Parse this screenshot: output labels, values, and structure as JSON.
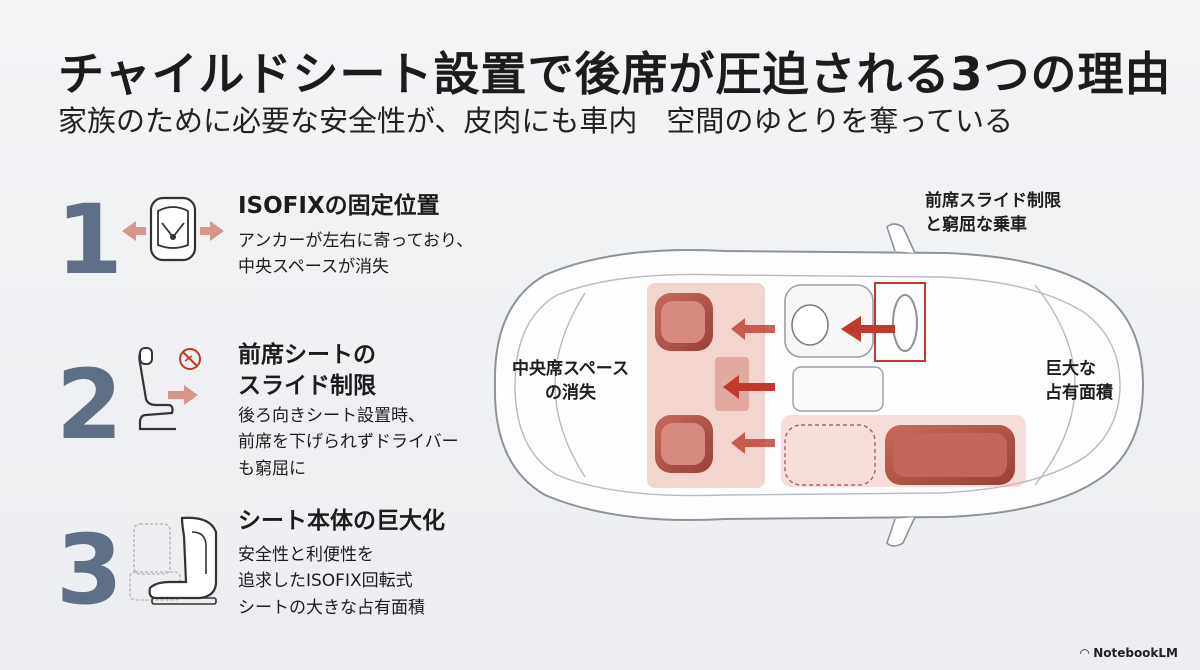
{
  "title": "チャイルドシート設置で後席が圧迫される3つの理由",
  "subtitle": "家族のために必要な安全性が、皮肉にも車内　空間のゆとりを奪っている",
  "reasons": [
    {
      "number": "1",
      "title": "ISOFIXの固定位置",
      "desc": [
        "アンカーが左右に寄っており、",
        "中央スペースが消失"
      ],
      "icon": "child-seat-arrows-icon"
    },
    {
      "number": "2",
      "title": [
        "前席シートの",
        "スライド制限"
      ],
      "desc": [
        "後ろ向きシート設置時、",
        "前席を下げられずドライバー",
        "も窮屈に"
      ],
      "icon": "front-seat-no-slide-icon"
    },
    {
      "number": "3",
      "title": "シート本体の巨大化",
      "desc": [
        "安全性と利便性を",
        "追求したISOFIX回転式",
        "シートの大きな占有面積"
      ],
      "icon": "rotating-child-seat-icon"
    }
  ],
  "diagram": {
    "label_front": [
      "前席スライド制限",
      "と窮屈な乗車"
    ],
    "label_center": [
      "中央席スペース",
      "の消失"
    ],
    "label_size": [
      "巨大な",
      "占有面積"
    ]
  },
  "colors": {
    "accent": "#c0392b",
    "number": "#5f6f86",
    "seat_fill": "#b5574b"
  },
  "brand": "NotebookLM"
}
